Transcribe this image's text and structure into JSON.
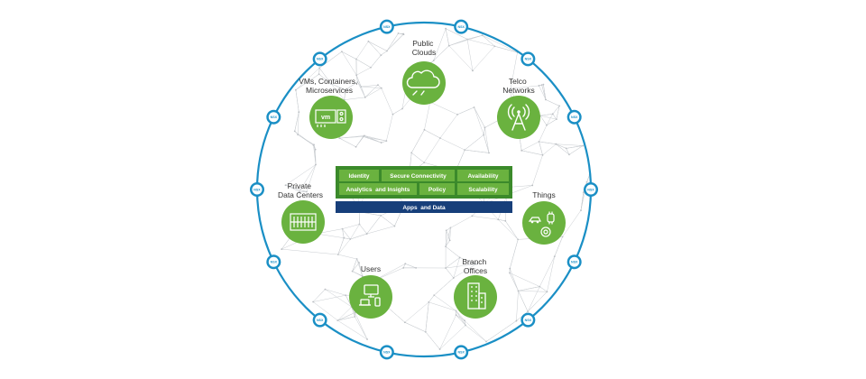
{
  "colors": {
    "ring": "#1a8fc5",
    "node_green": "#6ab23f",
    "panel_dark": "#3b8a2b",
    "cell_green": "#6ab23f",
    "bar_blue": "#173f7a",
    "mesh": "#c8ccd0"
  },
  "nodes": [
    {
      "id": "public-clouds",
      "label_lines": [
        "Public",
        "Clouds"
      ],
      "icon": "cloud-icon"
    },
    {
      "id": "telco-networks",
      "label_lines": [
        "Telco",
        "Networks"
      ],
      "icon": "cell-tower-icon"
    },
    {
      "id": "things",
      "label_lines": [
        "Things"
      ],
      "icon": "iot-devices-icon"
    },
    {
      "id": "branch-offices",
      "label_lines": [
        "Branch",
        "Offices"
      ],
      "icon": "building-icon"
    },
    {
      "id": "users",
      "label_lines": [
        "Users"
      ],
      "icon": "user-devices-icon"
    },
    {
      "id": "private-data-centers",
      "label_lines": [
        "Private",
        "Data Centers"
      ],
      "icon": "server-rack-icon"
    },
    {
      "id": "vms-containers",
      "label_lines": [
        "VMs, Containers,",
        "Microservices"
      ],
      "icon": "vm-icon"
    }
  ],
  "ring_badges": {
    "label": "NSX",
    "count": 14
  },
  "panel": {
    "row1": [
      "Identity",
      "Secure Connectivity",
      "Availability"
    ],
    "row2": [
      "Analytics  and Insights",
      "Policy",
      "Scalability"
    ],
    "bar": "Apps  and Data"
  }
}
